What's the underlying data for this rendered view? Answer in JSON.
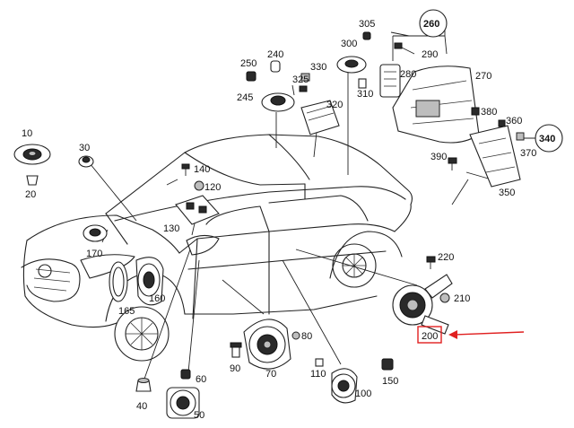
{
  "callouts": {
    "c10": "10",
    "c20": "20",
    "c30": "30",
    "c40": "40",
    "c50": "50",
    "c60": "60",
    "c70": "70",
    "c80": "80",
    "c90": "90",
    "c100": "100",
    "c110": "110",
    "c120": "120",
    "c130": "130",
    "c140": "140",
    "c150": "150",
    "c160": "160",
    "c165": "165",
    "c170": "170",
    "c200": "200",
    "c210": "210",
    "c220": "220",
    "c240": "240",
    "c245": "245",
    "c250": "250",
    "c260": "260",
    "c270": "270",
    "c280": "280",
    "c290": "290",
    "c300": "300",
    "c305": "305",
    "c310": "310",
    "c320": "320",
    "c325": "325",
    "c330": "330",
    "c340": "340",
    "c350": "350",
    "c360": "360",
    "c370": "370",
    "c380": "380",
    "c390": "390"
  },
  "highlight": {
    "part": "200",
    "color": "#e02020"
  }
}
